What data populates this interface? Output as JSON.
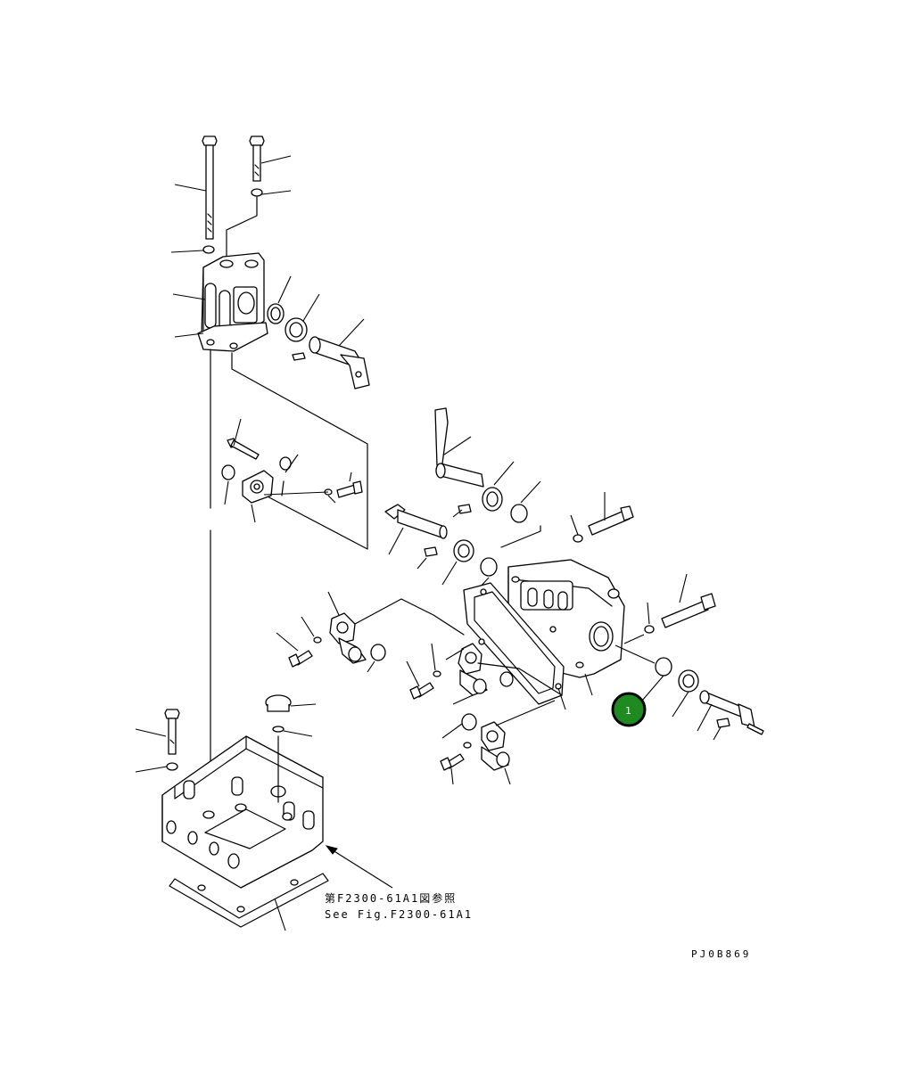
{
  "reference_note": {
    "line_jp": "第F2300-61A1図参照",
    "line_en": "See Fig.F2300-61A1"
  },
  "drawing_code": "PJ0B869",
  "callouts": [
    {
      "label": "1",
      "color": "#1f8a1f"
    }
  ]
}
